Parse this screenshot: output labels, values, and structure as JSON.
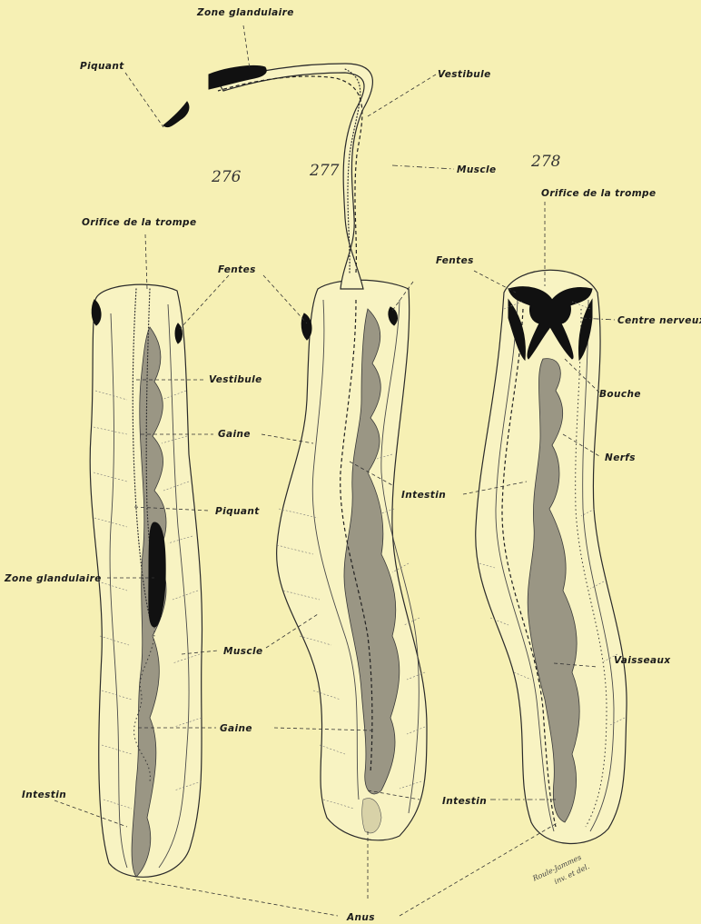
{
  "figure_numbers": {
    "fig276": "276",
    "fig277": "277",
    "fig278": "278"
  },
  "labels": {
    "zone_glandulaire_top": "Zone glandulaire",
    "piquant_top": "Piquant",
    "vestibule_277": "Vestibule",
    "muscle_277": "Muscle",
    "orifice_276": "Orifice de la trompe",
    "orifice_278": "Orifice de la trompe",
    "fentes_276": "Fentes",
    "fentes_278": "Fentes",
    "centre_nerveux": "Centre nerveux",
    "bouche": "Bouche",
    "vestibule_276": "Vestibule",
    "gaine_top": "Gaine",
    "nerfs": "Nerfs",
    "intestin_mid": "Intestin",
    "piquant_276": "Piquant",
    "zone_glandulaire_276": "Zone glandulaire",
    "muscle_mid": "Muscle",
    "vaisseaux": "Vaisseaux",
    "gaine_bottom": "Gaine",
    "intestin_left": "Intestin",
    "intestin_right": "Intestin",
    "anus": "Anus"
  },
  "signature": {
    "line1": "Roule-Jammes",
    "line2": "inv. et del."
  },
  "colors": {
    "paper": "#f6f0b4",
    "ink": "#1c1c1c",
    "gut_stipple": "#9a9684"
  }
}
